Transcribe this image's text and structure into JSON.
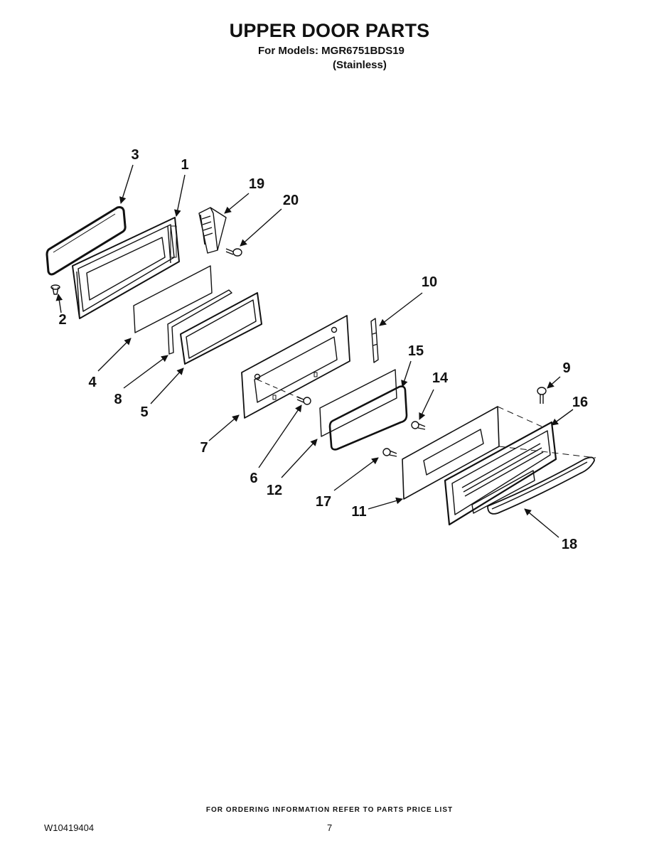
{
  "header": {
    "title": "UPPER DOOR PARTS",
    "models_line": "For Models: MGR6751BDS19",
    "variant": "(Stainless)"
  },
  "callouts": {
    "c1": "1",
    "c2": "2",
    "c3": "3",
    "c4": "4",
    "c5": "5",
    "c6": "6",
    "c7": "7",
    "c8": "8",
    "c9": "9",
    "c10": "10",
    "c11": "11",
    "c12": "12",
    "c14": "14",
    "c15": "15",
    "c16": "16",
    "c17": "17",
    "c18": "18",
    "c19": "19",
    "c20": "20"
  },
  "footer": {
    "note": "FOR ORDERING INFORMATION REFER TO PARTS PRICE LIST",
    "doc_number": "W10419404",
    "page_number": "7"
  }
}
